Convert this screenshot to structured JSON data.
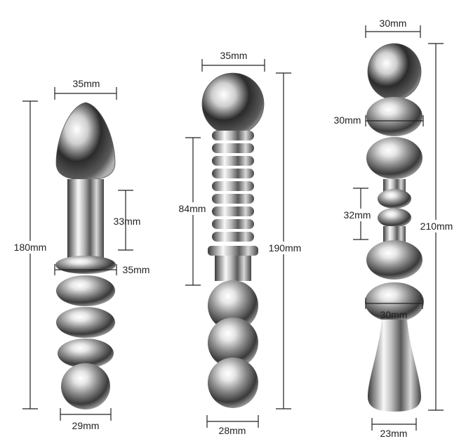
{
  "colors": {
    "background": "#ffffff",
    "dimension_line": "#222222",
    "label": "#222222",
    "metal_light": "#f4f4f4",
    "metal_dark": "#2a2a2a"
  },
  "product_1": {
    "top_width": "35mm",
    "total_length": "180mm",
    "neck_length": "33mm",
    "collar_width": "35mm",
    "bottom_width": "29mm"
  },
  "product_2": {
    "top_width": "35mm",
    "ribbed_length": "84mm",
    "total_length": "190mm",
    "bottom_width": "28mm"
  },
  "product_3": {
    "top_width": "30mm",
    "bead_width": "30mm",
    "neck_length": "32mm",
    "total_length": "210mm",
    "wide_bead_width": "30mm",
    "bottom_width": "23mm"
  }
}
